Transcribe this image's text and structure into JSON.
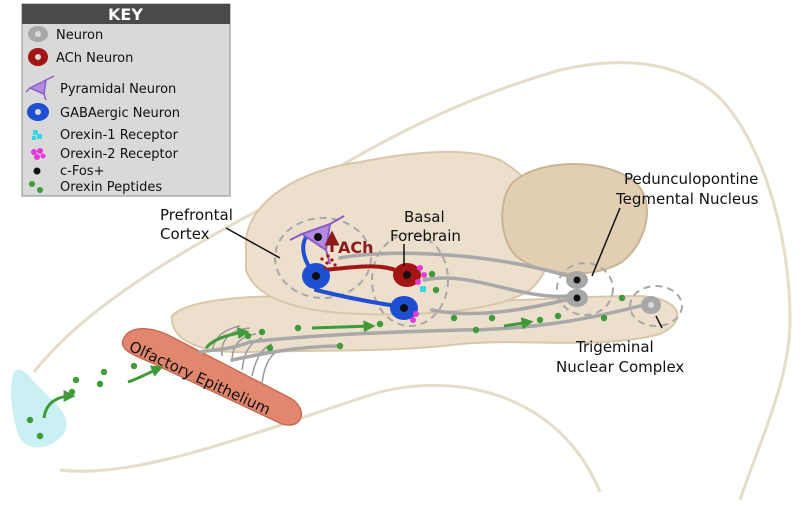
{
  "key": {
    "title": "KEY",
    "items": [
      {
        "label": "Neuron",
        "icon": "gray-neuron-icon"
      },
      {
        "label": "ACh Neuron",
        "icon": "ach-neuron-icon"
      },
      {
        "label": "Pyramidal Neuron",
        "icon": "pyramidal-neuron-icon"
      },
      {
        "label": "GABAergic Neuron",
        "icon": "gabaergic-neuron-icon"
      },
      {
        "label": "Orexin-1 Receptor",
        "icon": "orexin-1-receptor-icon"
      },
      {
        "label": "Orexin-2 Receptor",
        "icon": "orexin-2-receptor-icon"
      },
      {
        "label": "c-Fos+",
        "icon": "c-fos-dot-icon"
      },
      {
        "label": "Orexin Peptides",
        "icon": "orexin-peptides-icon"
      }
    ]
  },
  "labels": {
    "prefrontal_1": "Prefrontal",
    "prefrontal_2": "Cortex",
    "basal_1": "Basal",
    "basal_2": "Forebrain",
    "ach": "ACh",
    "pedunculo_1": "Pedunculopontine",
    "pedunculo_2": "Tegmental Nucleus",
    "trigeminal_1": "Trigeminal",
    "trigeminal_2": "Nuclear Complex",
    "olfactory": "Olfactory Epithelium"
  },
  "colors": {
    "neuron_gray": "#a8a8a8",
    "ach_red": "#a31515",
    "pyramidal_purple": "#b48be0",
    "gaba_blue": "#1f4fd1",
    "orexin1_cyan": "#35d6e6",
    "orexin2_magenta": "#e63ad8",
    "peptide_green": "#3f9a3a",
    "brain_fill": "#ecdfcc",
    "brain_stroke": "#d8c7a9",
    "cerebellum_fill": "#e2cfb3",
    "epithelium_fill": "#e2866e",
    "key_fill": "#d9d9d9",
    "key_header": "#4a4a4a"
  }
}
